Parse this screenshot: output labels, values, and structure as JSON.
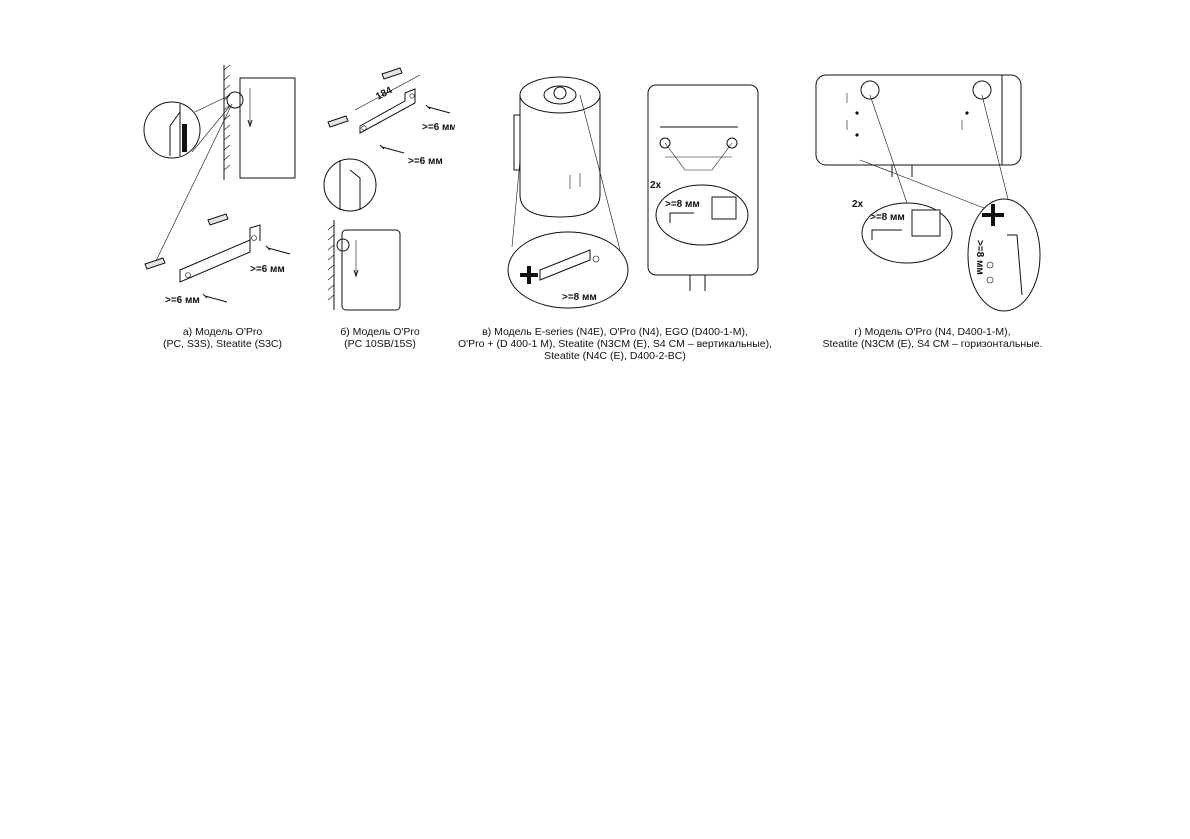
{
  "panels": [
    {
      "id": "a",
      "caption_lines": [
        "а) Модель O'Pro",
        "(PC, S3S), Steatite (S3C)"
      ],
      "labels": [
        ">=6 мм",
        ">=6 мм"
      ]
    },
    {
      "id": "b",
      "caption_lines": [
        "б) Модель O'Pro",
        "(PC 10SB/15S)"
      ],
      "labels": [
        "184",
        ">=6 мм",
        ">=6 мм"
      ]
    },
    {
      "id": "v",
      "caption_lines": [
        "в) Модель E-series (N4E), O'Pro (N4), EGO (D400-1-M),",
        "O'Pro + (D 400-1 M), Steatite (N3CM (E), S4 CM – вертикальные),",
        "Steatite (N4C (E), D400-2-BC)"
      ],
      "labels": [
        ">=8 мм",
        "2x",
        ">=8 мм"
      ]
    },
    {
      "id": "g",
      "caption_lines": [
        "г) Модель O'Pro (N4, D400-1-M),",
        "Steatite (N3CM (E), S4 CM – горизонтальные."
      ],
      "labels": [
        "2x",
        ">=8 мм",
        ">=8 мм"
      ]
    }
  ]
}
